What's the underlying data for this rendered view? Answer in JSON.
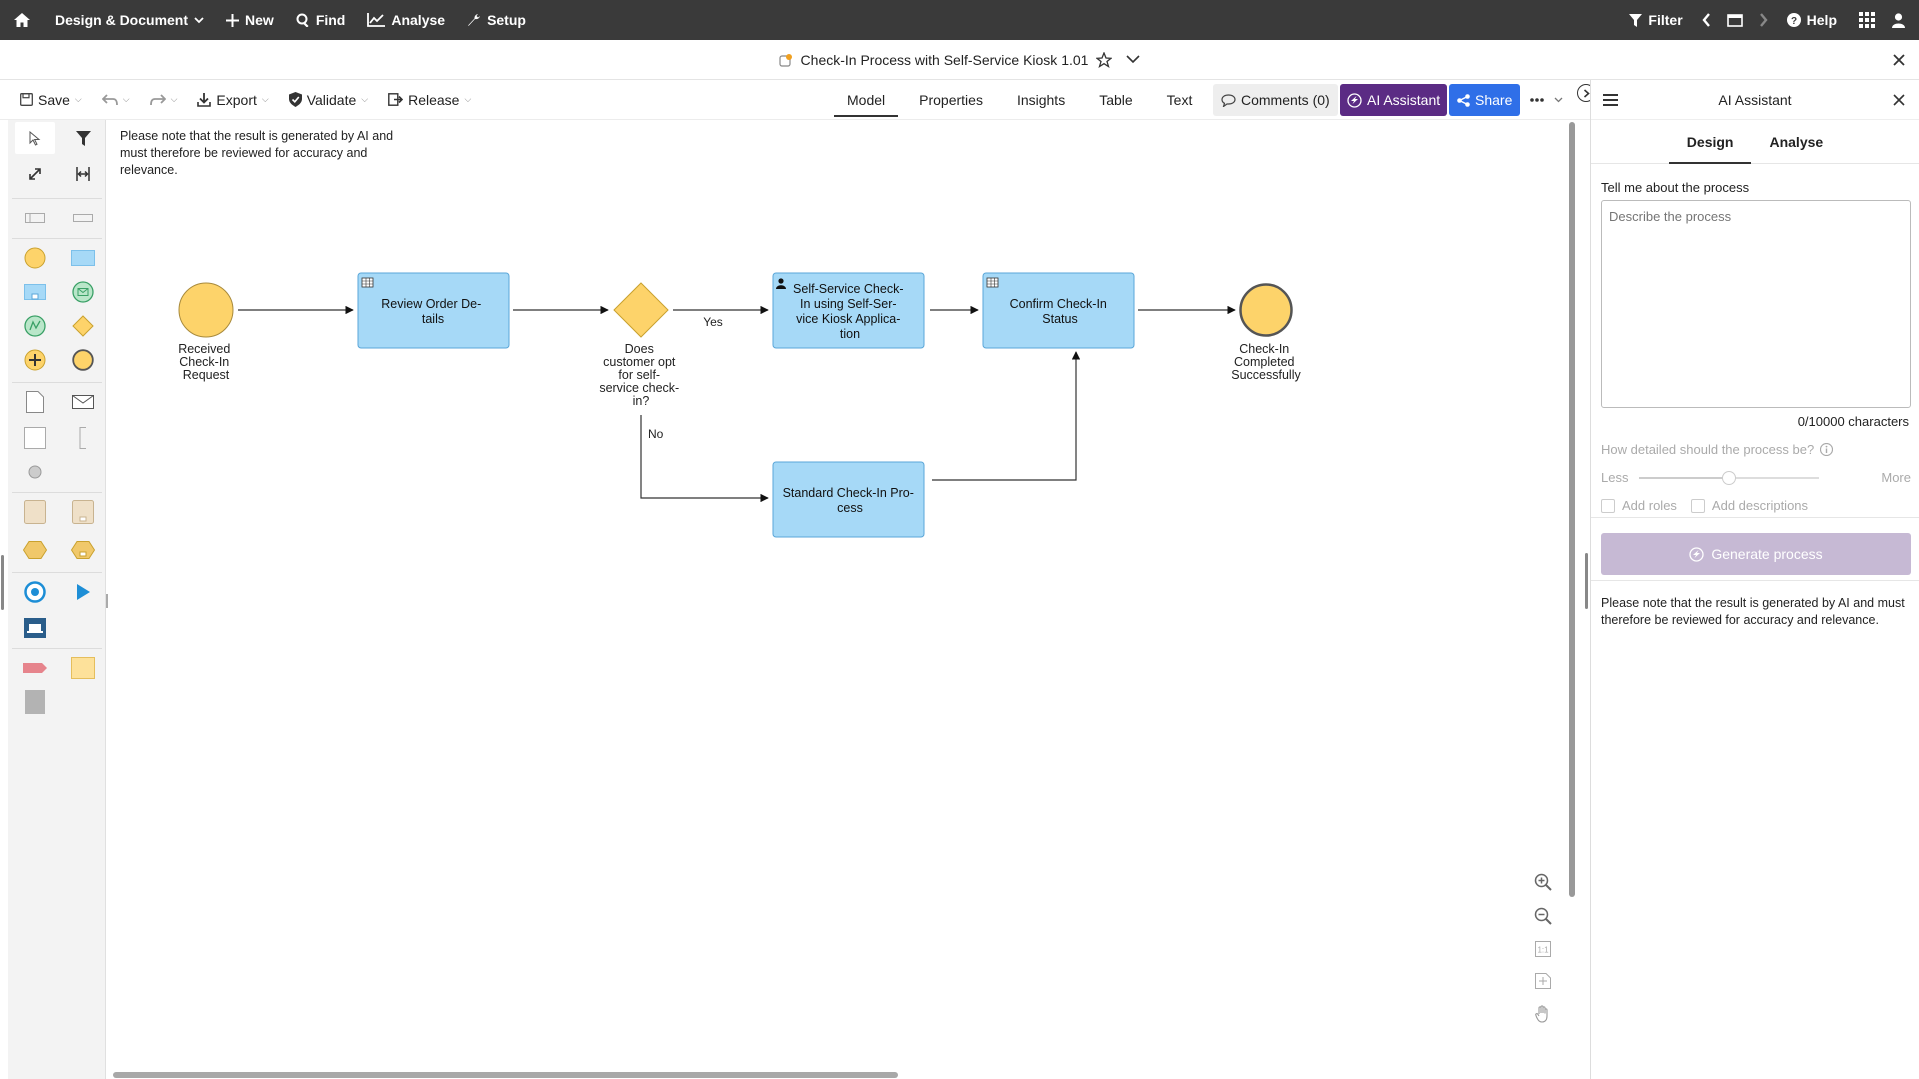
{
  "topnav": {
    "items": [
      {
        "label": "Design & Document",
        "has_caret": true
      },
      {
        "label": "New"
      },
      {
        "label": "Find"
      },
      {
        "label": "Analyse"
      },
      {
        "label": "Setup"
      }
    ],
    "filter_label": "Filter",
    "help_label": "Help"
  },
  "titlebar": {
    "title": "Check-In Process with Self-Service Kiosk 1.01"
  },
  "toolbar": {
    "save": "Save",
    "export": "Export",
    "validate": "Validate",
    "release": "Release",
    "tabs": [
      "Model",
      "Properties",
      "Insights",
      "Table",
      "Text"
    ],
    "active_tab": "Model",
    "comments": "Comments (0)",
    "ai_assistant": "AI Assistant",
    "share": "Share"
  },
  "canvas": {
    "note": "Please note that the result is generated by AI and must therefore be reviewed for accuracy and relevance.",
    "diagram": {
      "start_event": [
        "Received",
        "Check-In",
        "Request"
      ],
      "review_task": [
        "Review Order De-",
        "tails"
      ],
      "gateway": [
        "Does",
        "customer opt",
        "for self-",
        "service check-",
        "in?"
      ],
      "yes_label": "Yes",
      "no_label": "No",
      "self_service_task": [
        "Self-Service Check-",
        "In using Self-Ser-",
        "vice Kiosk Applica-",
        "tion"
      ],
      "confirm_task": [
        "Confirm Check-In",
        "Status"
      ],
      "standard_task": [
        "Standard Check-In Pro-",
        "cess"
      ],
      "end_event": [
        "Check-In",
        "Completed",
        "Successfully"
      ]
    }
  },
  "ai_panel": {
    "title": "AI Assistant",
    "tabs": [
      "Design",
      "Analyse"
    ],
    "active_tab": "Design",
    "field_label": "Tell me about the process",
    "placeholder": "Describe the process",
    "char_count": "0/10000 characters",
    "detail_question": "How detailed should the process be?",
    "slider_min_label": "Less",
    "slider_max_label": "More",
    "slider_value": 0.5,
    "add_roles": "Add roles",
    "add_descriptions": "Add descriptions",
    "generate": "Generate process",
    "note": "Please note that the result is generated by AI and must therefore be reviewed for accuracy and relevance."
  },
  "colors": {
    "topnav_bg": "#3a3a3a",
    "task_fill": "#a6d9f7",
    "task_stroke": "#5aa6d8",
    "event_fill": "#fdd36a",
    "event_stroke": "#555555",
    "ai_purple": "#5b2b84",
    "share_blue": "#2f6fe8"
  }
}
